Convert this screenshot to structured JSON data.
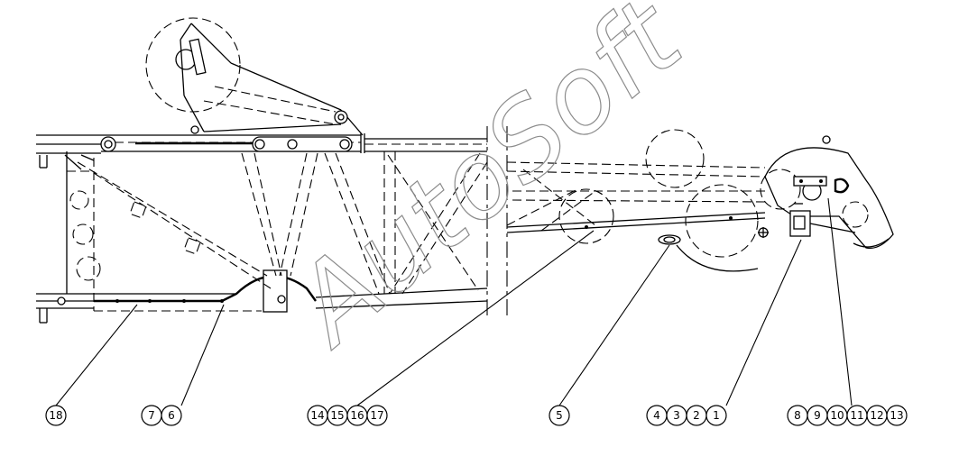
{
  "watermark": {
    "text": "AutoSoft"
  },
  "callouts": [
    {
      "group": "g18",
      "labels": [
        "18"
      ]
    },
    {
      "group": "g7-6",
      "labels": [
        "7",
        "6"
      ]
    },
    {
      "group": "g14-17",
      "labels": [
        "14",
        "15",
        "16",
        "17"
      ]
    },
    {
      "group": "g5",
      "labels": [
        "5"
      ]
    },
    {
      "group": "g4-1",
      "labels": [
        "4",
        "3",
        "2",
        "1"
      ]
    },
    {
      "group": "g8-13",
      "labels": [
        "8",
        "9",
        "10",
        "11",
        "12",
        "13"
      ]
    }
  ]
}
